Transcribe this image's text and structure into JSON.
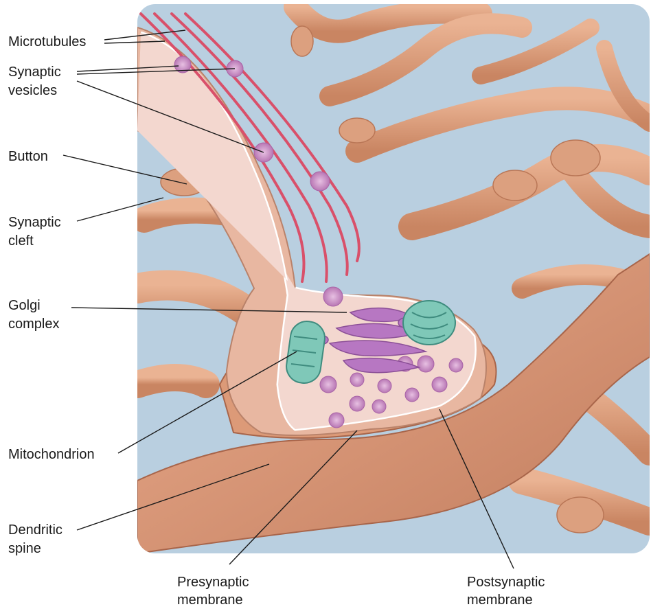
{
  "labels": {
    "microtubules": "Microtubules",
    "synaptic_vesicles": [
      "Synaptic",
      "vesicles"
    ],
    "button": "Button",
    "synaptic_cleft": [
      "Synaptic",
      "cleft"
    ],
    "golgi_complex": [
      "Golgi",
      "complex"
    ],
    "mitochondrion": "Mitochondrion",
    "dendritic_spine": [
      "Dendritic",
      "spine"
    ],
    "presynaptic_membrane": [
      "Presynaptic",
      "membrane"
    ],
    "postsynaptic_membrane": [
      "Postsynaptic",
      "membrane"
    ]
  },
  "colors": {
    "background_fluid": "#b9cfe0",
    "neuron_tissue": "#e0a27e",
    "tissue_shadow": "#c57f5c",
    "cytoplasm": "#f3d7cf",
    "microtubule": "#d9506a",
    "vesicle": "#c88bc6",
    "golgi": "#b777c2",
    "mitochondrion": "#7fc8b8"
  }
}
